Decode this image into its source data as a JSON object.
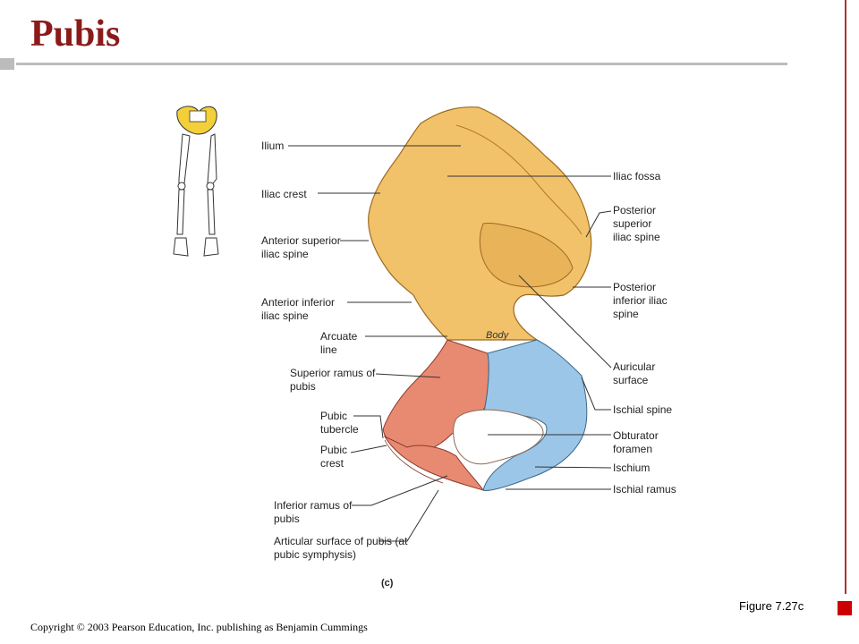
{
  "slide": {
    "title": "Pubis",
    "figure_ref": "Figure 7.27c",
    "copyright": "Copyright © 2003 Pearson Education, Inc. publishing as Benjamin Cummings"
  },
  "figure": {
    "panel_letter": "(c)",
    "body_label": "Body",
    "labels_left": [
      "Ilium",
      "Iliac crest",
      "Anterior superior iliac spine",
      "Anterior inferior iliac spine",
      "Arcuate line",
      "Superior ramus of pubis",
      "Pubic tubercle",
      "Pubic crest",
      "Inferior ramus of pubis",
      "Articular surface of pubis (at pubic symphysis)"
    ],
    "labels_right": [
      "Iliac fossa",
      "Posterior superior iliac spine",
      "Posterior inferior iliac spine",
      "Auricular surface",
      "Ischial spine",
      "Obturator foramen",
      "Ischium",
      "Ischial ramus"
    ]
  },
  "colors": {
    "title": "#8B1A1A",
    "ilium": "#F2C26A",
    "pubis": "#E88A72",
    "ischium": "#9CC6E8",
    "accent": "#cc0000"
  }
}
